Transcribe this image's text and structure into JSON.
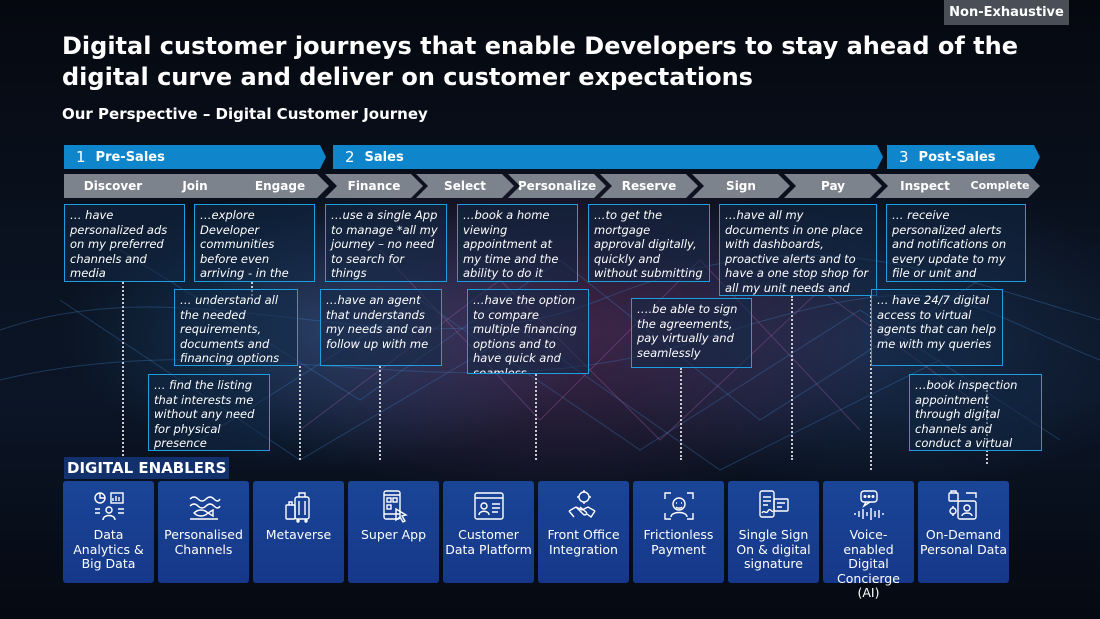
{
  "badge": "Non-Exhaustive",
  "title": "Digital customer journeys that enable Developers to stay ahead of the digital curve and deliver on customer expectations",
  "subtitle": "Our Perspective – Digital Customer Journey",
  "phases": [
    {
      "num": "1",
      "label": "Pre-Sales"
    },
    {
      "num": "2",
      "label": "Sales"
    },
    {
      "num": "3",
      "label": "Post-Sales"
    }
  ],
  "steps": [
    "Discover",
    "Join",
    "Engage",
    "Finance",
    "Select",
    "Personalize",
    "Reserve",
    "Sign",
    "Pay",
    "Inspect",
    "Complete"
  ],
  "journey": [
    "… have personalized ads on my preferred channels and media",
    "…explore Developer communities before even arriving - in the Metaverse",
    "… understand all the needed requirements, documents and financing options",
    "… find the listing that interests me without any need for physical presence",
    "…use a single App to manage *all my journey – no need to search for things",
    "…have an agent that understands my needs and can follow up with me",
    "…book a home viewing appointment at my time and the ability to do it virtually",
    "…have the option to compare multiple financing options and to have quick and seamless approvals",
    "…to get the mortgage approval digitally, quickly and without submitting docs multiple times",
    "….be able to sign the agreements, pay virtually and seamlessly",
    "…have all my documents in one place with dashboards, proactive alerts and to have a one stop shop for all my unit needs and community",
    "… receive personalized alerts and notifications on every update to my file or unit and community",
    "… have 24/7 digital access to virtual agents that can help me with my queries",
    "…book inspection appointment through digital channels and conduct a virtual inspection"
  ],
  "enablers_title": "DIGITAL ENABLERS",
  "enablers": [
    {
      "label": "Data Analytics & Big Data",
      "icon": "analytics-icon"
    },
    {
      "label": "Personalised Channels",
      "icon": "channels-icon"
    },
    {
      "label": "Metaverse",
      "icon": "luggage-icon"
    },
    {
      "label": "Super App",
      "icon": "mobile-app-icon"
    },
    {
      "label": "Customer Data Platform",
      "icon": "customer-data-icon"
    },
    {
      "label": "Front Office Integration",
      "icon": "handshake-icon"
    },
    {
      "label": "Frictionless Payment",
      "icon": "face-id-icon"
    },
    {
      "label": "Single Sign On & digital signature",
      "icon": "signature-icon"
    },
    {
      "label": "Voice-enabled Digital Concierge (AI)",
      "icon": "voice-chat-icon"
    },
    {
      "label": "On-Demand Personal Data",
      "icon": "personal-data-icon"
    }
  ],
  "colors": {
    "phase": "#0f86cc",
    "step": "#7d838c",
    "box_border": "#1e9ee0",
    "tile": "#1a4597",
    "badge": "#4a4f57"
  }
}
